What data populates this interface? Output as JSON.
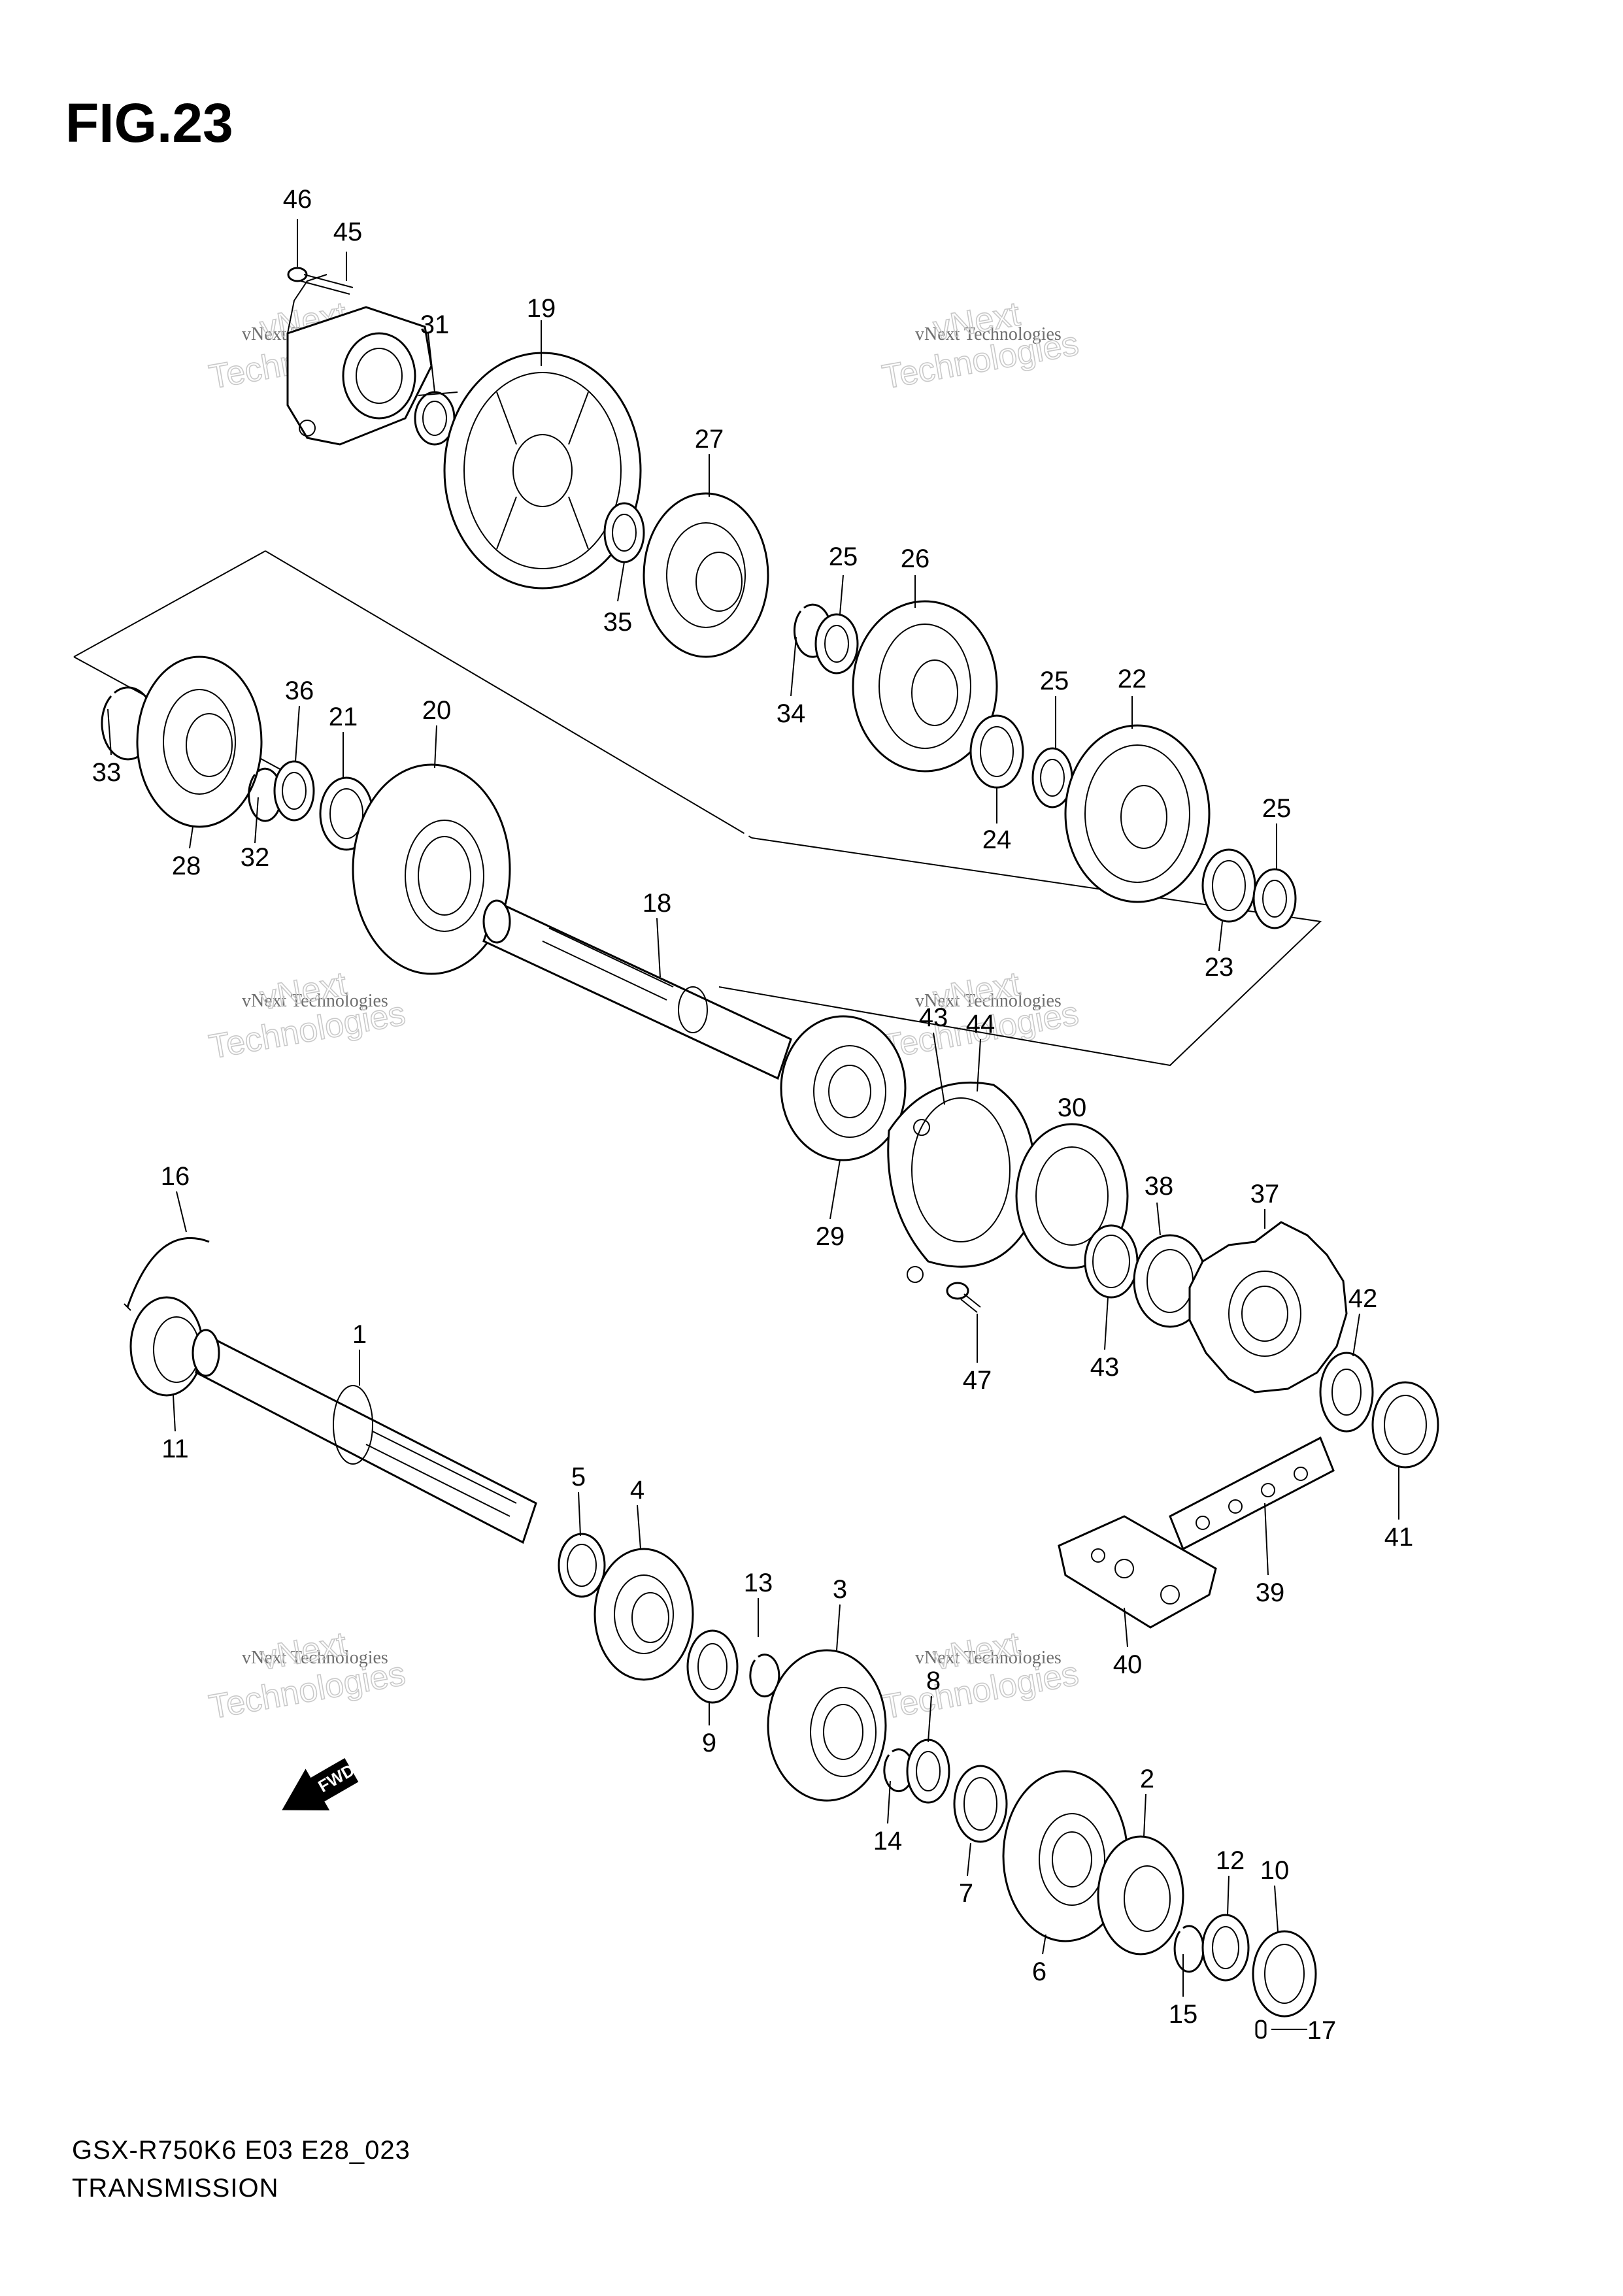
{
  "figure": {
    "title": "FIG.23",
    "model_code": "GSX-R750K6 E03 E28_023",
    "section_name": "TRANSMISSION",
    "direction_label": "FWD"
  },
  "watermark": {
    "line1": "vNext Technologies",
    "line2_a": "vNext",
    "line2_b": "Technologies"
  },
  "parts": [
    {
      "id": "46",
      "label": "46"
    },
    {
      "id": "45",
      "label": "45"
    },
    {
      "id": "31",
      "label": "31"
    },
    {
      "id": "19",
      "label": "19"
    },
    {
      "id": "27",
      "label": "27"
    },
    {
      "id": "35",
      "label": "35"
    },
    {
      "id": "25a",
      "label": "25"
    },
    {
      "id": "26",
      "label": "26"
    },
    {
      "id": "34",
      "label": "34"
    },
    {
      "id": "25b",
      "label": "25"
    },
    {
      "id": "22",
      "label": "22"
    },
    {
      "id": "24",
      "label": "24"
    },
    {
      "id": "25c",
      "label": "25"
    },
    {
      "id": "23",
      "label": "23"
    },
    {
      "id": "33",
      "label": "33"
    },
    {
      "id": "36",
      "label": "36"
    },
    {
      "id": "21",
      "label": "21"
    },
    {
      "id": "20",
      "label": "20"
    },
    {
      "id": "28",
      "label": "28"
    },
    {
      "id": "32",
      "label": "32"
    },
    {
      "id": "18",
      "label": "18"
    },
    {
      "id": "43a",
      "label": "43"
    },
    {
      "id": "44",
      "label": "44"
    },
    {
      "id": "29",
      "label": "29"
    },
    {
      "id": "30",
      "label": "30"
    },
    {
      "id": "38",
      "label": "38"
    },
    {
      "id": "37",
      "label": "37"
    },
    {
      "id": "42",
      "label": "42"
    },
    {
      "id": "47",
      "label": "47"
    },
    {
      "id": "43b",
      "label": "43"
    },
    {
      "id": "41",
      "label": "41"
    },
    {
      "id": "16",
      "label": "16"
    },
    {
      "id": "1",
      "label": "1"
    },
    {
      "id": "11",
      "label": "11"
    },
    {
      "id": "5",
      "label": "5"
    },
    {
      "id": "4",
      "label": "4"
    },
    {
      "id": "39",
      "label": "39"
    },
    {
      "id": "40",
      "label": "40"
    },
    {
      "id": "13",
      "label": "13"
    },
    {
      "id": "3",
      "label": "3"
    },
    {
      "id": "9",
      "label": "9"
    },
    {
      "id": "8",
      "label": "8"
    },
    {
      "id": "14",
      "label": "14"
    },
    {
      "id": "7",
      "label": "7"
    },
    {
      "id": "2",
      "label": "2"
    },
    {
      "id": "12",
      "label": "12"
    },
    {
      "id": "10",
      "label": "10"
    },
    {
      "id": "6",
      "label": "6"
    },
    {
      "id": "15",
      "label": "15"
    },
    {
      "id": "17",
      "label": "17"
    }
  ]
}
